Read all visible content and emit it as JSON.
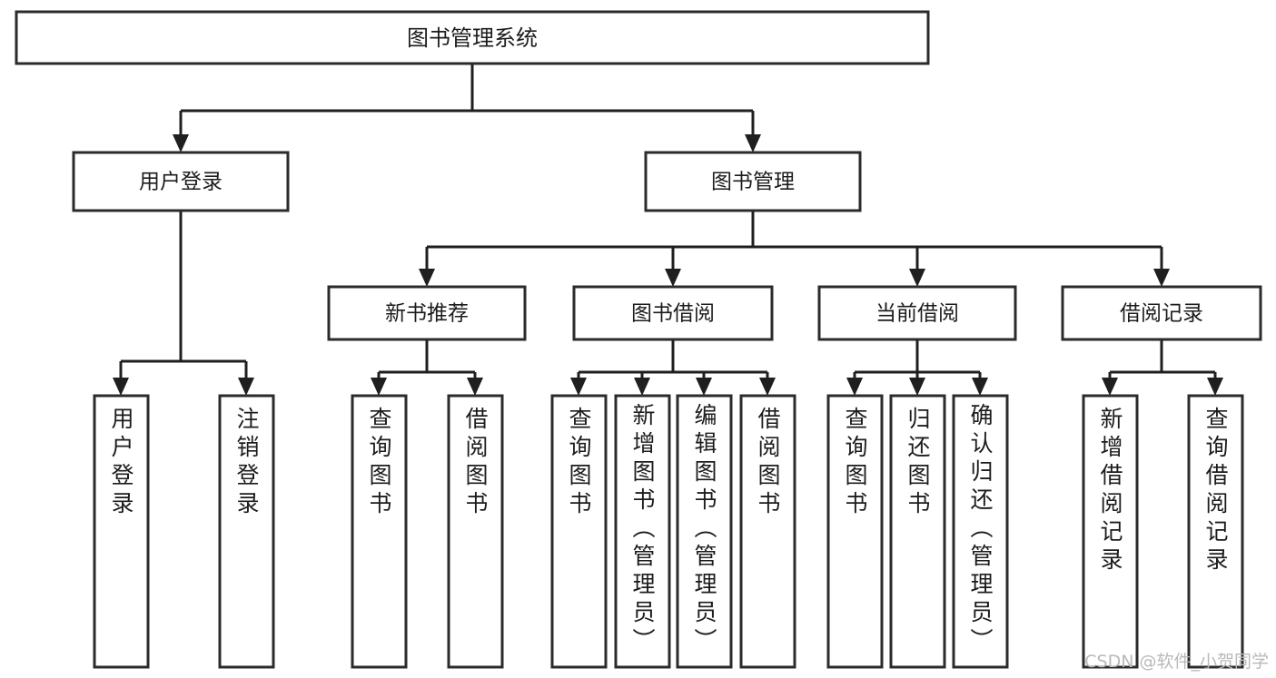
{
  "diagram": {
    "title": "图书管理系统",
    "type": "tree",
    "root": {
      "label": "图书管理系统"
    },
    "level2": [
      {
        "label": "用户登录"
      },
      {
        "label": "图书管理"
      }
    ],
    "level3": [
      {
        "label": "新书推荐"
      },
      {
        "label": "图书借阅"
      },
      {
        "label": "当前借阅"
      },
      {
        "label": "借阅记录"
      }
    ],
    "leaves": {
      "user_login": [
        {
          "label": "用户登录"
        },
        {
          "label": "注销登录"
        }
      ],
      "new_book": [
        {
          "label": "查询图书"
        },
        {
          "label": "借阅图书"
        }
      ],
      "book_borrow": [
        {
          "label": "查询图书"
        },
        {
          "label": "新增图书（管理员）"
        },
        {
          "label": "编辑图书（管理员）"
        },
        {
          "label": "借阅图书"
        }
      ],
      "current_borrow": [
        {
          "label": "查询图书"
        },
        {
          "label": "归还图书"
        },
        {
          "label": "确认归还（管理员）"
        }
      ],
      "borrow_record": [
        {
          "label": "新增借阅记录"
        },
        {
          "label": "查询借阅记录"
        }
      ]
    }
  },
  "watermark": {
    "text": "CSDN @软件_小贺同学"
  },
  "colors": {
    "box_stroke": "#2b2b2b",
    "connector": "#1f1f1f",
    "text": "#1c1c1c",
    "background": "#ffffff",
    "watermark": "#b9b9b9"
  }
}
